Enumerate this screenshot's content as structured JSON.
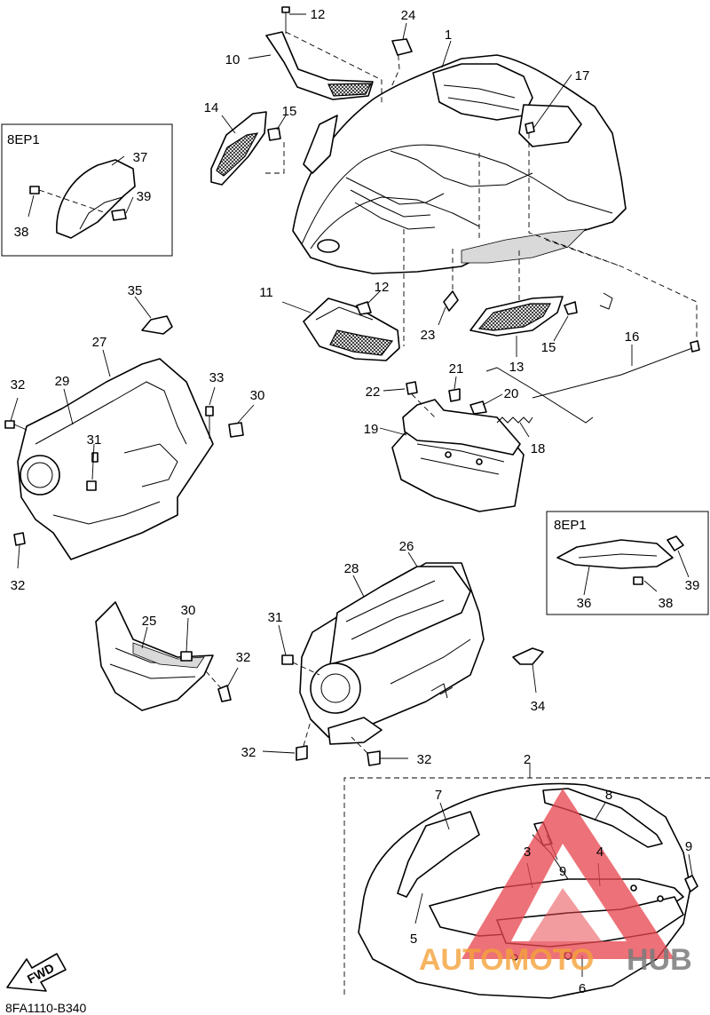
{
  "diagram": {
    "doc_code": "8FA1110-B340",
    "fwd_label": "FWD",
    "variant_boxes": [
      {
        "label": "8EP1"
      },
      {
        "label": "8EP1"
      }
    ],
    "callouts": [
      {
        "id": "c1",
        "text": "1"
      },
      {
        "id": "c2",
        "text": "2"
      },
      {
        "id": "c3",
        "text": "3"
      },
      {
        "id": "c4",
        "text": "4"
      },
      {
        "id": "c5",
        "text": "5"
      },
      {
        "id": "c6",
        "text": "6"
      },
      {
        "id": "c7",
        "text": "7"
      },
      {
        "id": "c8",
        "text": "8"
      },
      {
        "id": "c9a",
        "text": "9"
      },
      {
        "id": "c9b",
        "text": "9"
      },
      {
        "id": "c10",
        "text": "10"
      },
      {
        "id": "c11",
        "text": "11"
      },
      {
        "id": "c12a",
        "text": "12"
      },
      {
        "id": "c12b",
        "text": "12"
      },
      {
        "id": "c13",
        "text": "13"
      },
      {
        "id": "c14",
        "text": "14"
      },
      {
        "id": "c15a",
        "text": "15"
      },
      {
        "id": "c15b",
        "text": "15"
      },
      {
        "id": "c16",
        "text": "16"
      },
      {
        "id": "c17",
        "text": "17"
      },
      {
        "id": "c18",
        "text": "18"
      },
      {
        "id": "c19",
        "text": "19"
      },
      {
        "id": "c20",
        "text": "20"
      },
      {
        "id": "c21",
        "text": "21"
      },
      {
        "id": "c22",
        "text": "22"
      },
      {
        "id": "c23",
        "text": "23"
      },
      {
        "id": "c24",
        "text": "24"
      },
      {
        "id": "c25",
        "text": "25"
      },
      {
        "id": "c26",
        "text": "26"
      },
      {
        "id": "c27",
        "text": "27"
      },
      {
        "id": "c28",
        "text": "28"
      },
      {
        "id": "c29",
        "text": "29"
      },
      {
        "id": "c30a",
        "text": "30"
      },
      {
        "id": "c30b",
        "text": "30"
      },
      {
        "id": "c31a",
        "text": "31"
      },
      {
        "id": "c31b",
        "text": "31"
      },
      {
        "id": "c32a",
        "text": "32"
      },
      {
        "id": "c32b",
        "text": "32"
      },
      {
        "id": "c32c",
        "text": "32"
      },
      {
        "id": "c32d",
        "text": "32"
      },
      {
        "id": "c32e",
        "text": "32"
      },
      {
        "id": "c33",
        "text": "33"
      },
      {
        "id": "c34",
        "text": "34"
      },
      {
        "id": "c35",
        "text": "35"
      },
      {
        "id": "c36",
        "text": "36"
      },
      {
        "id": "c37",
        "text": "37"
      },
      {
        "id": "c38a",
        "text": "38"
      },
      {
        "id": "c38b",
        "text": "38"
      },
      {
        "id": "c39a",
        "text": "39"
      },
      {
        "id": "c39b",
        "text": "39"
      }
    ],
    "watermark": {
      "part1": "AUTO",
      "part2": "MOTO",
      "part3": "HUB",
      "color_red": "#e8474f",
      "color_orange": "#f4a23a",
      "color_gray": "#7b7b7b"
    }
  }
}
